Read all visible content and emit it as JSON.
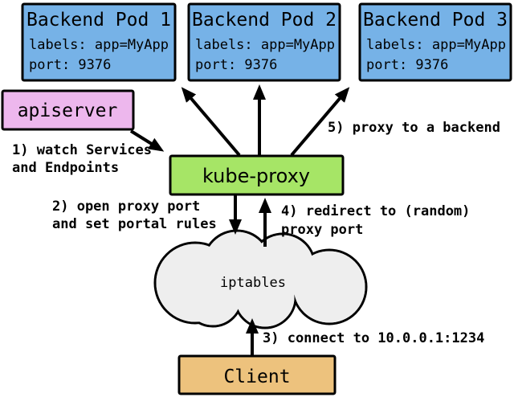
{
  "colors": {
    "background": "#FFFFFF",
    "border": "#000000",
    "arrow": "#000000",
    "pod_fill": "#76B2E7",
    "apiserver_fill": "#EDB7ED",
    "kube_proxy_fill": "#A6E566",
    "client_fill": "#EDC27D",
    "cloud_fill": "#EEEEEE"
  },
  "pods": [
    {
      "title": "Backend Pod 1",
      "labels_line": "labels: app=MyApp",
      "port_line": "port: 9376"
    },
    {
      "title": "Backend Pod 2",
      "labels_line": "labels: app=MyApp",
      "port_line": "port: 9376"
    },
    {
      "title": "Backend Pod 3",
      "labels_line": "labels: app=MyApp",
      "port_line": "port: 9376"
    }
  ],
  "apiserver": {
    "label": "apiserver"
  },
  "kube_proxy": {
    "label": "kube-proxy"
  },
  "cloud": {
    "label": "iptables"
  },
  "client": {
    "label": "Client"
  },
  "steps": {
    "step1": {
      "line1": "1) watch Services",
      "line2": "and Endpoints"
    },
    "step2": {
      "line1": "2) open proxy port",
      "line2": "and set portal rules"
    },
    "step3": {
      "line1": "3) connect to 10.0.0.1:1234"
    },
    "step4": {
      "line1": "4) redirect to (random)",
      "line2": "proxy port"
    },
    "step5": {
      "line1": "5) proxy to a backend"
    }
  }
}
